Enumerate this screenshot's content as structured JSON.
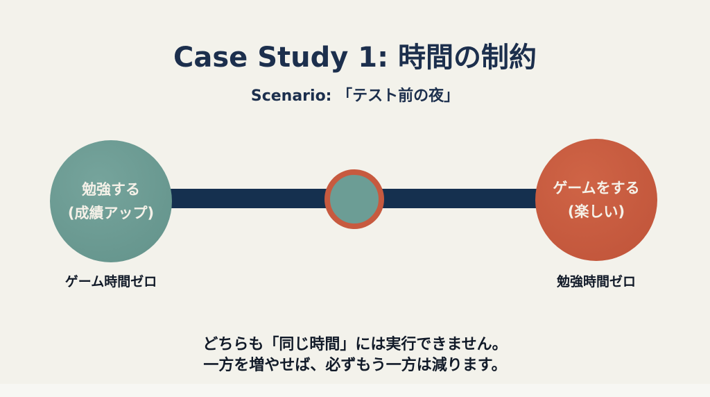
{
  "title": "Case Study 1: 時間の制約",
  "subtitle": "Scenario: 「テスト前の夜」",
  "left_option": {
    "line1": "勉強する",
    "line2": "(成績アップ)",
    "consequence": "ゲーム時間ゼロ"
  },
  "right_option": {
    "line1": "ゲームをする",
    "line2": "(楽しい)",
    "consequence": "勉強時間ゼロ"
  },
  "conclusion": {
    "line1": "どちらも「同じ時間」には実行できません。",
    "line2": "一方を増やせば、必ずもう一方は減ります。"
  },
  "colors": {
    "navy": "#15304f",
    "teal": "#6c9d95",
    "orange": "#c75a3f",
    "background": "#f3f2eb"
  }
}
